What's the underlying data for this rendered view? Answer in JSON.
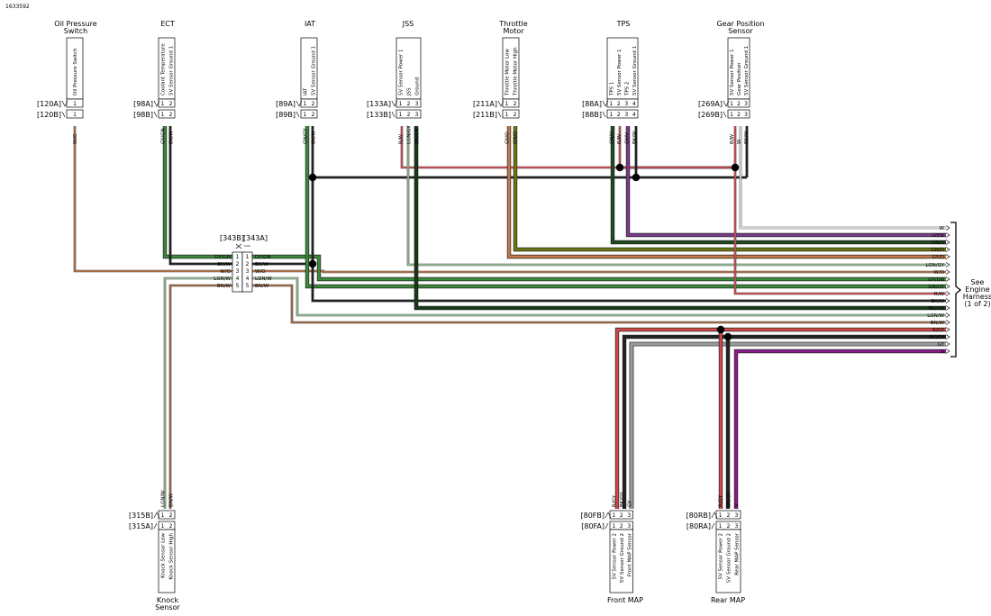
{
  "doc_id": "1633592",
  "components": {
    "oil_pressure": {
      "title": [
        "Oil Pressure",
        "Switch"
      ],
      "conn_a": "[120A]",
      "conn_b": "[120B]",
      "circuits": [
        "Oil Pressure Switch"
      ],
      "pins": [
        "1"
      ],
      "wires": [
        "W/O"
      ]
    },
    "ect": {
      "title": [
        "ECT"
      ],
      "conn_a": "[98A]",
      "conn_b": "[98B]",
      "circuits": [
        "Coolant Temperature",
        "5V Sensor Ground 1"
      ],
      "pins": [
        "1",
        "2"
      ],
      "wires": [
        "GY/GN",
        "BK/W"
      ]
    },
    "iat": {
      "title": [
        "IAT"
      ],
      "conn_a": "[89A]",
      "conn_b": "[89B]",
      "circuits": [
        "IAT",
        "5V Sensor Ground 1"
      ],
      "pins": [
        "1",
        "2"
      ],
      "wires": [
        "GN/GY",
        "BK/W"
      ]
    },
    "jss": {
      "title": [
        "JSS"
      ],
      "conn_a": "[133A]",
      "conn_b": "[133B]",
      "circuits": [
        "5V Sensor Power 1",
        "JSS",
        "Ground"
      ],
      "pins": [
        "1",
        "2",
        "3"
      ],
      "wires": [
        "R/W",
        "LGN/GY",
        "BK/GN"
      ]
    },
    "throttle": {
      "title": [
        "Throttle",
        "Motor"
      ],
      "conn_a": "[211A]",
      "conn_b": "[211B]",
      "circuits": [
        "Throttle Motor Low",
        "Throttle Motor High"
      ],
      "pins": [
        "1",
        "2"
      ],
      "wires": [
        "GY/O",
        "GN/O"
      ]
    },
    "tps": {
      "title": [
        "TPS"
      ],
      "conn_a": "[88A]",
      "conn_b": "[88B]",
      "circuits": [
        "TPS 1",
        "5V Sensor Power 1",
        "TPS 2",
        "5V Sensor Ground 1"
      ],
      "pins": [
        "1",
        "2",
        "3",
        "4"
      ],
      "wires": [
        "GN/V",
        "R/W",
        "GY/V",
        "BK/W"
      ]
    },
    "gear": {
      "title": [
        "Gear Position",
        "Sensor"
      ],
      "conn_a": "[269A]",
      "conn_b": "[269B]",
      "circuits": [
        "5V Sensor Power 1",
        "Gear Position",
        "5V Sensor Ground 1"
      ],
      "pins": [
        "1",
        "2",
        "3"
      ],
      "wires": [
        "R/W",
        "W",
        "BK/W"
      ]
    },
    "knock": {
      "title": [
        "Knock",
        "Sensor"
      ],
      "conn_a": "[315B]",
      "conn_b": "[315A]",
      "circuits": [
        "Knock Sensor Low",
        "Knock Sensor High"
      ],
      "pins": [
        "1",
        "2"
      ],
      "wires": [
        "LGN/W",
        "BN/W"
      ]
    },
    "front_map": {
      "title": [
        "Front MAP"
      ],
      "conn_a": "[80FB]",
      "conn_b": "[80FA]",
      "circuits": [
        "5V Sensor Power 2",
        "5V Sensor Ground 2",
        "Front MAP Sensor"
      ],
      "pins": [
        "1",
        "2",
        "3"
      ],
      "wires": [
        "R/GY",
        "BK/GY",
        "GY"
      ]
    },
    "rear_map": {
      "title": [
        "Rear MAP"
      ],
      "conn_a": "[80RB]",
      "conn_b": "[80RA]",
      "circuits": [
        "5V Sensor Power 2",
        "5V Sensor Ground 2",
        "Rear MAP Sensor"
      ],
      "pins": [
        "1",
        "2",
        "3"
      ],
      "wires": [
        "R/GY",
        "BK/GY",
        "V"
      ]
    }
  },
  "harness_connector": {
    "label_b": "[343B]",
    "label_a": "[343A]",
    "pins": [
      "1",
      "2",
      "3",
      "4",
      "5"
    ],
    "left_wires": [
      "GY/GN",
      "BK/W",
      "W/O",
      "LGN/W",
      "BN/W"
    ],
    "right_wires": [
      "GY/GN",
      "BK/W",
      "W/O",
      "LGN/W",
      "BN/W"
    ]
  },
  "bus_labels": [
    "W",
    "GY/V",
    "GN/V",
    "GN/O",
    "GY/O",
    "LGN/GY",
    "W/O",
    "GY/GN",
    "GN/GY",
    "R/W",
    "BK/W",
    "BK/GN",
    "LGN/W",
    "BN/W",
    "R/GY",
    "BK/GY",
    "GY",
    "V"
  ],
  "see_note": [
    "See",
    "Engine",
    "Harness",
    "(1 of 2)"
  ],
  "wire_colors": {
    "W": "#ffffff",
    "W/O": "#c47a4a",
    "GY/GN": "#3c8a3c",
    "BK/W": "#222222",
    "GN/GY": "#3c8a3c",
    "R/W": "#e8505a",
    "LGN/GY": "#9fcf9f",
    "BK/GN": "#173817",
    "GY/O": "#c47a4a",
    "GN/O": "#6e7a10",
    "GN/V": "#1f4a1f",
    "GY/V": "#7a3a8a",
    "LGN/W": "#9fcf9f",
    "BN/W": "#b2704a",
    "R/GY": "#d04848",
    "BK/GY": "#222222",
    "GY": "#9a9a9a",
    "V": "#8a1a8a"
  }
}
